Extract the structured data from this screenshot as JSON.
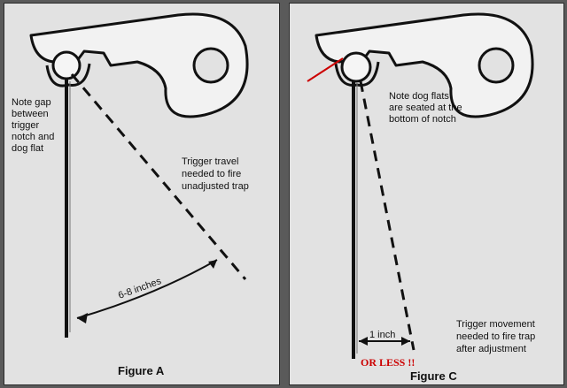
{
  "figure_a": {
    "caption": "Figure A",
    "note_lines": [
      "Note gap",
      "between",
      "trigger",
      "notch and",
      "dog flat"
    ],
    "travel_lines": [
      "Trigger travel",
      "needed to fire",
      "unadjusted trap"
    ],
    "distance": "6-8 inches"
  },
  "figure_c": {
    "caption": "Figure C",
    "note_lines": [
      "Note dog flats",
      "are seated at the",
      "bottom of notch"
    ],
    "movement_lines": [
      "Trigger movement",
      "needed to fire trap",
      "after adjustment"
    ],
    "distance": "1 inch",
    "emphasis": "OR LESS !!",
    "emphasis_color": "#cc0000"
  }
}
